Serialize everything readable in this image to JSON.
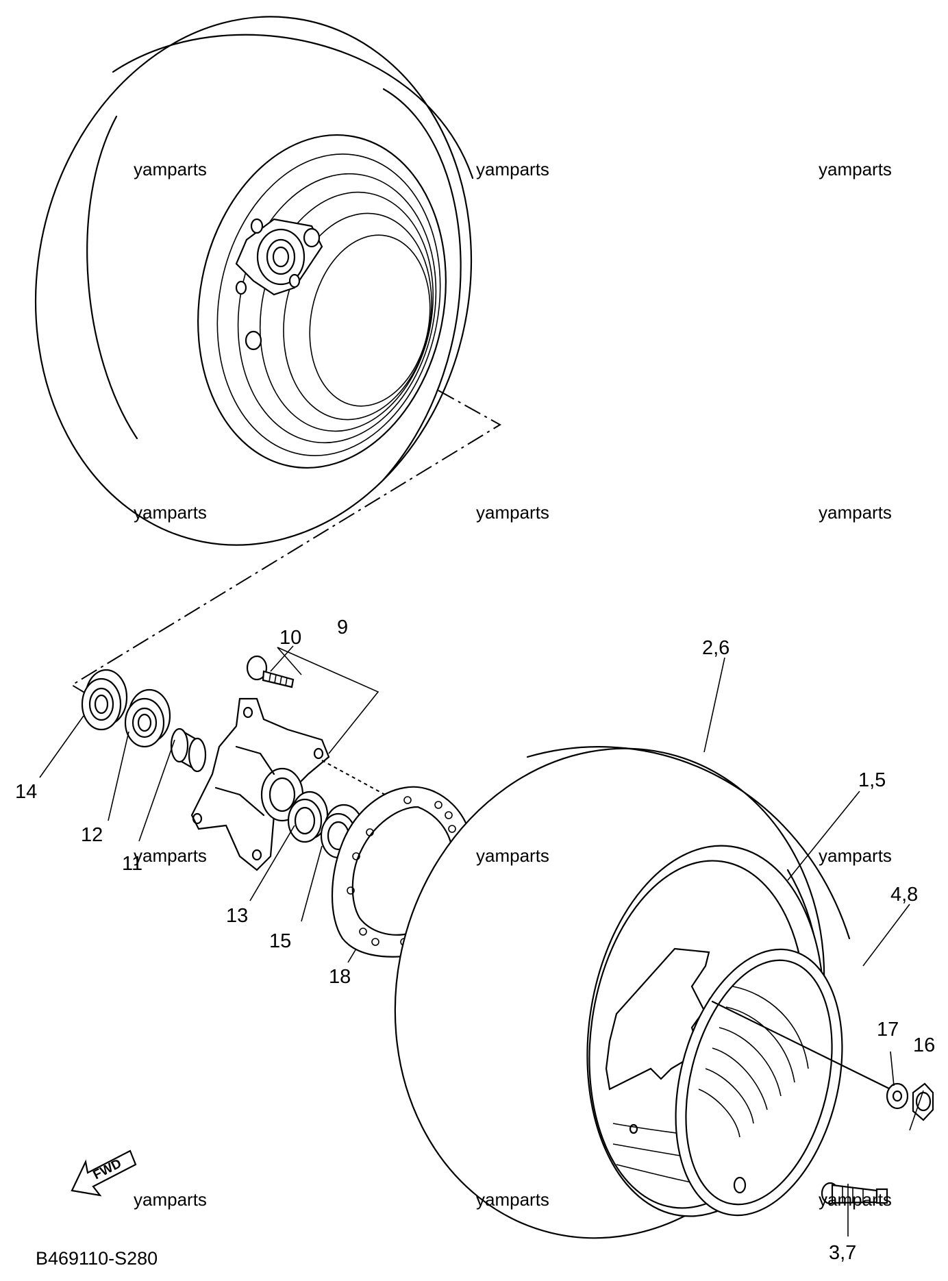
{
  "diagram_code": "B469110-S280",
  "fwd_label": "FWD",
  "watermark": "yamparts",
  "callouts": {
    "c1_5": "1,5",
    "c2_6": "2,6",
    "c3_7": "3,7",
    "c4_8": "4,8",
    "c9": "9",
    "c10": "10",
    "c11": "11",
    "c12": "12",
    "c13": "13",
    "c14": "14",
    "c15": "15",
    "c16": "16",
    "c17": "17",
    "c18": "18"
  }
}
